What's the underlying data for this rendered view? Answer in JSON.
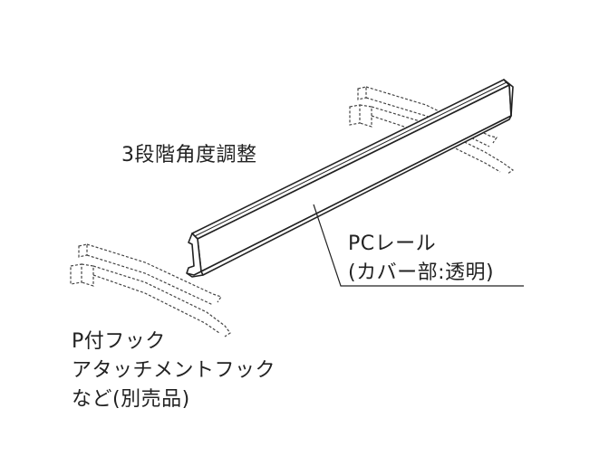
{
  "labels": {
    "angle_adjust": "3段階角度調整",
    "rail_line1": "PCレール",
    "rail_line2": "(カバー部:透明)",
    "hook_line1": "P付フック",
    "hook_line2": "アタッチメントフック",
    "hook_line3": "など(別売品)"
  },
  "colors": {
    "ink": "#222222",
    "dashed": "#444444",
    "background": "#ffffff"
  }
}
